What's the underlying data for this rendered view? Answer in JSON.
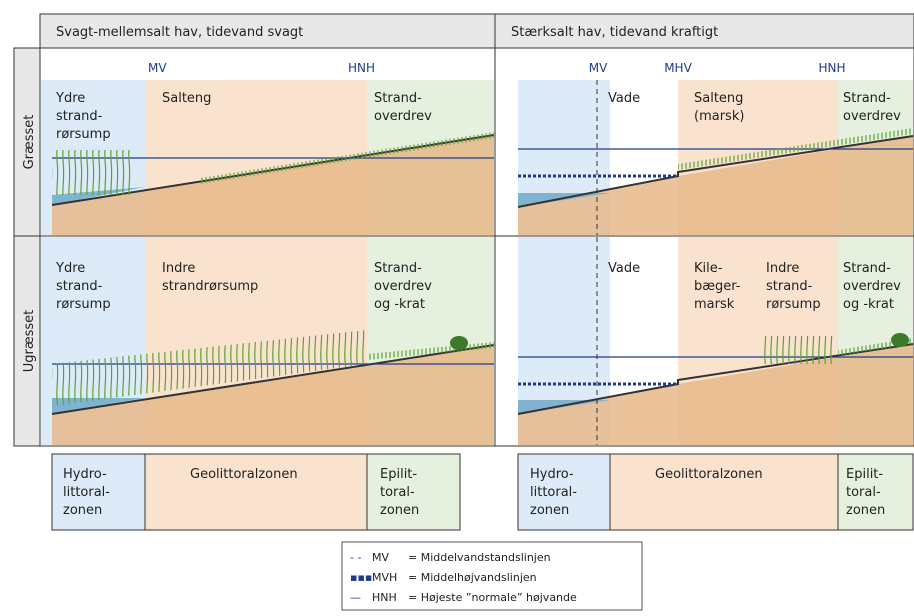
{
  "columns": {
    "left": "Svagt-mellemsalt hav, tidevand svagt",
    "right": "Stærksalt hav, tidevand kraftigt"
  },
  "rows": {
    "top": "Græsset",
    "bottom": "Ugræsset"
  },
  "markers": {
    "left": {
      "mv": "MV",
      "hnh": "HNH"
    },
    "right": {
      "mv": "MV",
      "mhv": "MHV",
      "hnh": "HNH"
    }
  },
  "zones": {
    "left_top": {
      "outer": [
        "Ydre",
        "strand-",
        "rørsump"
      ],
      "middle": [
        "Salteng"
      ],
      "upper": [
        "Strand-",
        "overdrev"
      ]
    },
    "left_bottom": {
      "outer": [
        "Ydre",
        "strand-",
        "rørsump"
      ],
      "middle": [
        "Indre",
        "strandrørsump"
      ],
      "upper": [
        "Strand-",
        "overdrev",
        "og -krat"
      ]
    },
    "right_top": {
      "vade": [
        "Vade"
      ],
      "middle": [
        "Salteng",
        "(marsk)"
      ],
      "upper": [
        "Strand-",
        "overdrev"
      ]
    },
    "right_bottom": {
      "vade": [
        "Vade"
      ],
      "kile": [
        "Kile-",
        "bæger-",
        "marsk"
      ],
      "indre": [
        "Indre",
        "strand-",
        "rørsump"
      ],
      "upper": [
        "Strand-",
        "overdrev",
        "og -krat"
      ]
    }
  },
  "bottom_bars": {
    "left": {
      "hydro": [
        "Hydro-",
        "littoral-",
        "zonen"
      ],
      "geo": [
        "Geolittoralzonen"
      ],
      "epi": [
        "Epilit-",
        "toral-",
        "zonen"
      ]
    },
    "right": {
      "hydro": [
        "Hydro-",
        "littoral-",
        "zonen"
      ],
      "geo": [
        "Geolittoralzonen"
      ],
      "epi": [
        "Epilit-",
        "toral-",
        "zonen"
      ]
    }
  },
  "legend": [
    {
      "symbol": "- -",
      "abbr": "MV",
      "text": "= Middelvandstandslinjen"
    },
    {
      "symbol": "▪▪▪",
      "abbr": "MVH",
      "text": "= Middelhøjvandslinjen"
    },
    {
      "symbol": "—",
      "abbr": "HNH",
      "text": "= Højeste ”normale” højvande"
    }
  ],
  "colors": {
    "header_bg": "#e8e8e8",
    "hydro": "#dcebf7",
    "geo": "#f9e3cf",
    "epi": "#e5f0de",
    "soil": "#e8b98a",
    "water": "#7fb3d0",
    "accent_blue": "#1f3a8c",
    "grass": "#5aa232",
    "line": "#333333"
  }
}
